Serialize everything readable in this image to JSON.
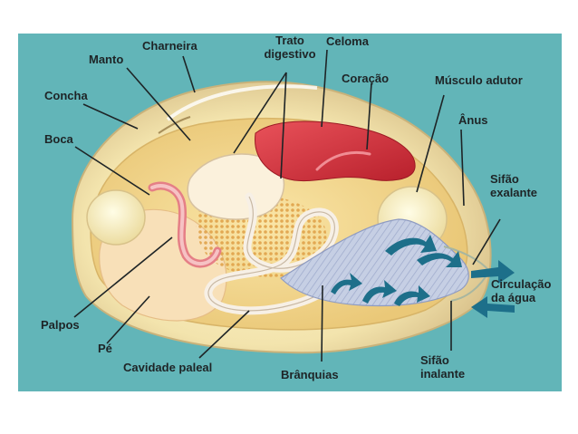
{
  "labels": {
    "charneira": "Charneira",
    "manto": "Manto",
    "trato_line1": "Trato",
    "trato_line2": "digestivo",
    "celoma": "Celoma",
    "coracao": "Coração",
    "musculo_adutor": "Músculo adutor",
    "concha": "Concha",
    "boca": "Boca",
    "anus": "Ânus",
    "sifao_exalante_line1": "Sifão",
    "sifao_exalante_line2": "exalante",
    "circulacao_line1": "Circulação",
    "circulacao_line2": "da água",
    "palpos": "Palpos",
    "pe": "Pé",
    "cavidade_paleal": "Cavidade paleal",
    "branquias": "Brânquias",
    "sifao_inalante_line1": "Sifão",
    "sifao_inalante_line2": "inalante"
  },
  "colors": {
    "background": "#62b5b8",
    "shell": "#f6efc8",
    "body": "#f1d58a",
    "heart": "#d8323c",
    "gills": "#b7c2dc",
    "water_arrows": "#1d6f8a",
    "label_text": "#1e2426"
  }
}
